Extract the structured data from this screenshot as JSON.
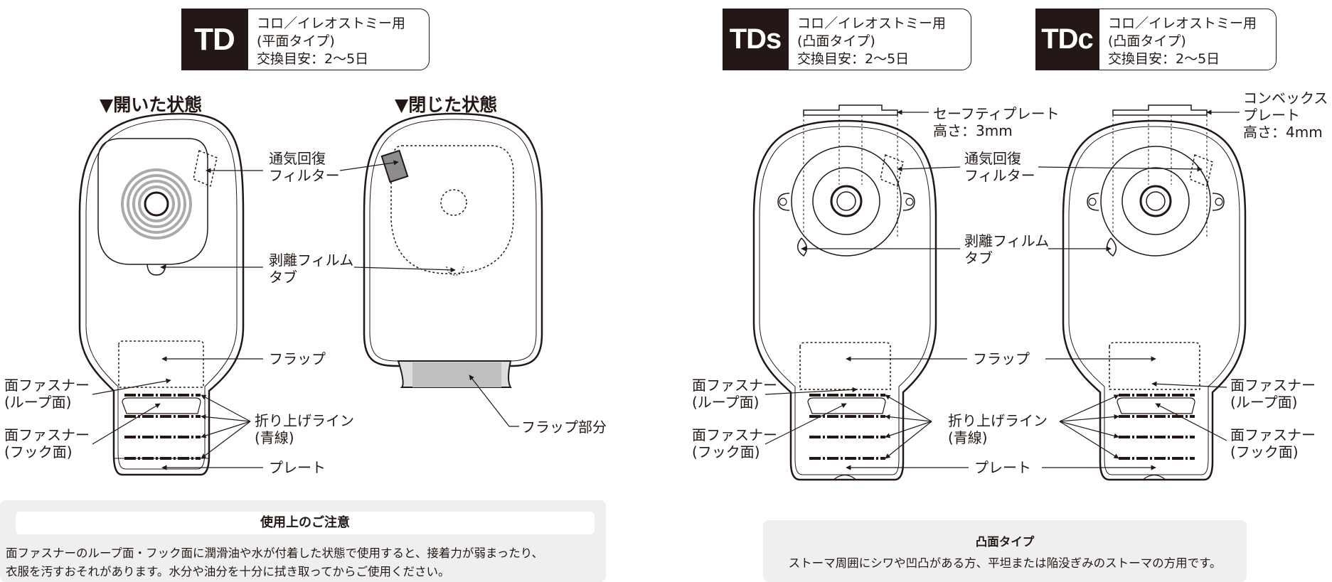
{
  "products": [
    {
      "code": "TD",
      "line1": "コロ／イレオストミー用",
      "line2": "(平面タイプ)",
      "line3": "交換目安：2〜5日"
    },
    {
      "code": "TDs",
      "line1": "コロ／イレオストミー用",
      "line2": "(凸面タイプ)",
      "line3": "交換目安：2〜5日"
    },
    {
      "code": "TDc",
      "line1": "コロ／イレオストミー用",
      "line2": "(凸面タイプ)",
      "line3": "交換目安：2〜5日"
    }
  ],
  "states": {
    "open": "▼開いた状態",
    "closed": "▼閉じた状態"
  },
  "labels": {
    "filter": [
      "通気回復",
      "フィルター"
    ],
    "tab": [
      "剥離フィルム",
      "タブ"
    ],
    "flap": "フラップ",
    "loop": [
      "面ファスナー",
      "(ループ面)"
    ],
    "hook": [
      "面ファスナー",
      "(フック面)"
    ],
    "fold": [
      "折り上げライン",
      "(青線)"
    ],
    "plate": "プレート",
    "flap_part": "フラップ部分",
    "safety": [
      "セーフティプレート",
      "高さ：3mm"
    ],
    "convex": [
      "コンベックス",
      "プレート",
      "高さ：4mm"
    ]
  },
  "notes": {
    "caution_title": "使用上のご注意",
    "caution_line1": "面ファスナーのループ面・フック面に潤滑油や水が付着した状態で使用すると、接着力が弱まったり、",
    "caution_line2": "衣服を汚すおそれがあります。水分や油分を十分に拭き取ってからご使用ください。",
    "convex_title": "凸面タイプ",
    "convex_text": "ストーマ周囲にシワや凹凸がある方、平坦または陥没ぎみのストーマの方用です。"
  }
}
